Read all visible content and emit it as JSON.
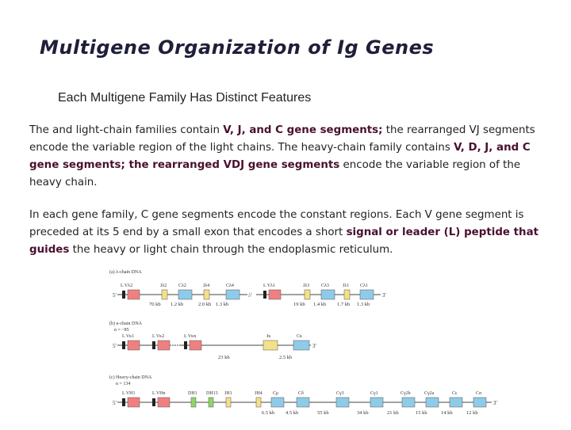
{
  "slide": {
    "title": "Multigene Organization of Ig Genes",
    "subtitle": "Each Multigene Family Has Distinct Features",
    "p1_a": "The  and  light-chain families contain ",
    "p1_b": "V, J, and C gene segments;",
    "p1_c": " the rearranged VJ segments encode the variable region of the light chains. The heavy-chain family contains ",
    "p1_d": "V, D, J, and C gene segments; the rearranged VDJ gene segments",
    "p1_e": " encode the variable region of the heavy chain.",
    "p2_a": "In each gene family, C gene segments encode the constant regions. Each V gene segment is preceded at its 5 end by a small exon that encodes a short ",
    "p2_b": "signal or leader (L) peptide that guides",
    "p2_c": " the heavy or light chain through the endoplasmic reticulum."
  },
  "figure": {
    "lambda": {
      "title": "(a) λ-chain DNA",
      "genes": [
        "L Vλ2",
        "Jλ2",
        "Cλ2",
        "Jλ4",
        "Cλ4",
        "L Vλ1",
        "Jλ3",
        "Cλ3",
        "Jλ1",
        "Cλ1"
      ],
      "distances": [
        "70 kb",
        "1.2 kb",
        "2.0 kb",
        "1.3 kb",
        "19 kb",
        "1.4 kb",
        "1.7 kb",
        "1.3 kb"
      ]
    },
    "kappa": {
      "title": "(b) κ-chain DNA",
      "n": "n = ~85",
      "genes": [
        "L Vκ1",
        "L Vκ2",
        "L Vκn",
        "Jκ",
        "Cκ"
      ],
      "distances": [
        "23 kb",
        "2.5 kb"
      ]
    },
    "heavy": {
      "title": "(c) Heavy-chain DNA",
      "n": "n = 134",
      "genes": [
        "L VH1",
        "L VHn",
        "DH1",
        "DH13",
        "JH1",
        "JH4",
        "Cμ",
        "Cδ",
        "Cγ3",
        "Cγ1",
        "Cγ2b",
        "Cγ2a",
        "Cε",
        "Cα"
      ],
      "distances": [
        "6.5 kb",
        "4.5 kb",
        "55 kb",
        "34 kb",
        "21 kb",
        "15 kb",
        "14 kb",
        "12 kb"
      ]
    },
    "end5": "5′",
    "end3": "3′",
    "colors": {
      "leader": "#222222",
      "v_segment": "#f08080",
      "j_segment": "#f5e08a",
      "c_segment": "#8ecbe8",
      "d_segment": "#8fd66a",
      "dna_line": "#444444"
    }
  }
}
